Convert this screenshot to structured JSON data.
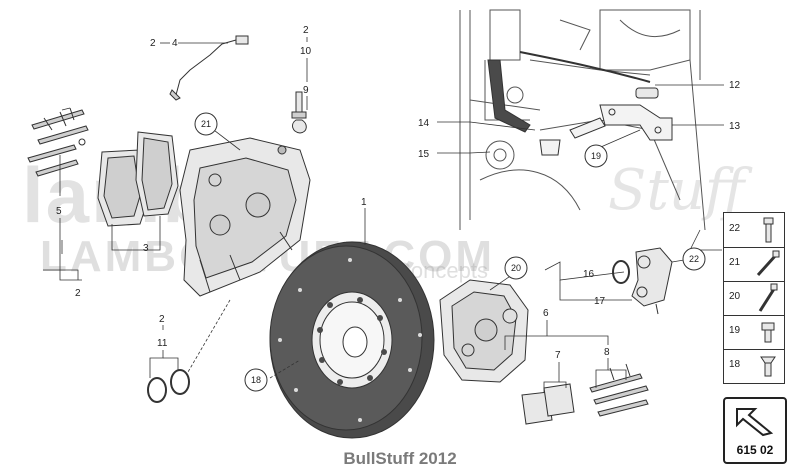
{
  "watermark": {
    "brand_top": "lambo",
    "brand_script": "Stuff",
    "brand_url": "LAMBOSTUFF.COM",
    "brand_sub": "Concepts"
  },
  "footer": {
    "text": "BullStuff 2012"
  },
  "page_reference": {
    "number": "615 02"
  },
  "legend": {
    "items": [
      {
        "number": "22",
        "part": "bolt"
      },
      {
        "number": "21",
        "part": "long-bolt"
      },
      {
        "number": "20",
        "part": "long-bolt"
      },
      {
        "number": "19",
        "part": "socket-bolt"
      },
      {
        "number": "18",
        "part": "countersunk-screw"
      }
    ]
  },
  "callouts": {
    "n1": "1",
    "n2a": "2",
    "n2b": "2",
    "n2c": "2",
    "n2d": "2",
    "n3": "3",
    "n4": "4",
    "n5": "5",
    "n6": "6",
    "n7": "7",
    "n8": "8",
    "n9": "9",
    "n10": "10",
    "n11": "11",
    "n12": "12",
    "n13": "13",
    "n14": "14",
    "n15": "15",
    "n16": "16",
    "n17": "17"
  },
  "circled_callouts": {
    "c18": "18",
    "c19": "19",
    "c20": "20",
    "c21": "21",
    "c22": "22"
  },
  "colors": {
    "line": "#333333",
    "fill_light": "#e8e8e8",
    "fill_mid": "#cfcfcf",
    "disc_dark": "#4a4a4a",
    "watermark": "#9a9a9a"
  }
}
